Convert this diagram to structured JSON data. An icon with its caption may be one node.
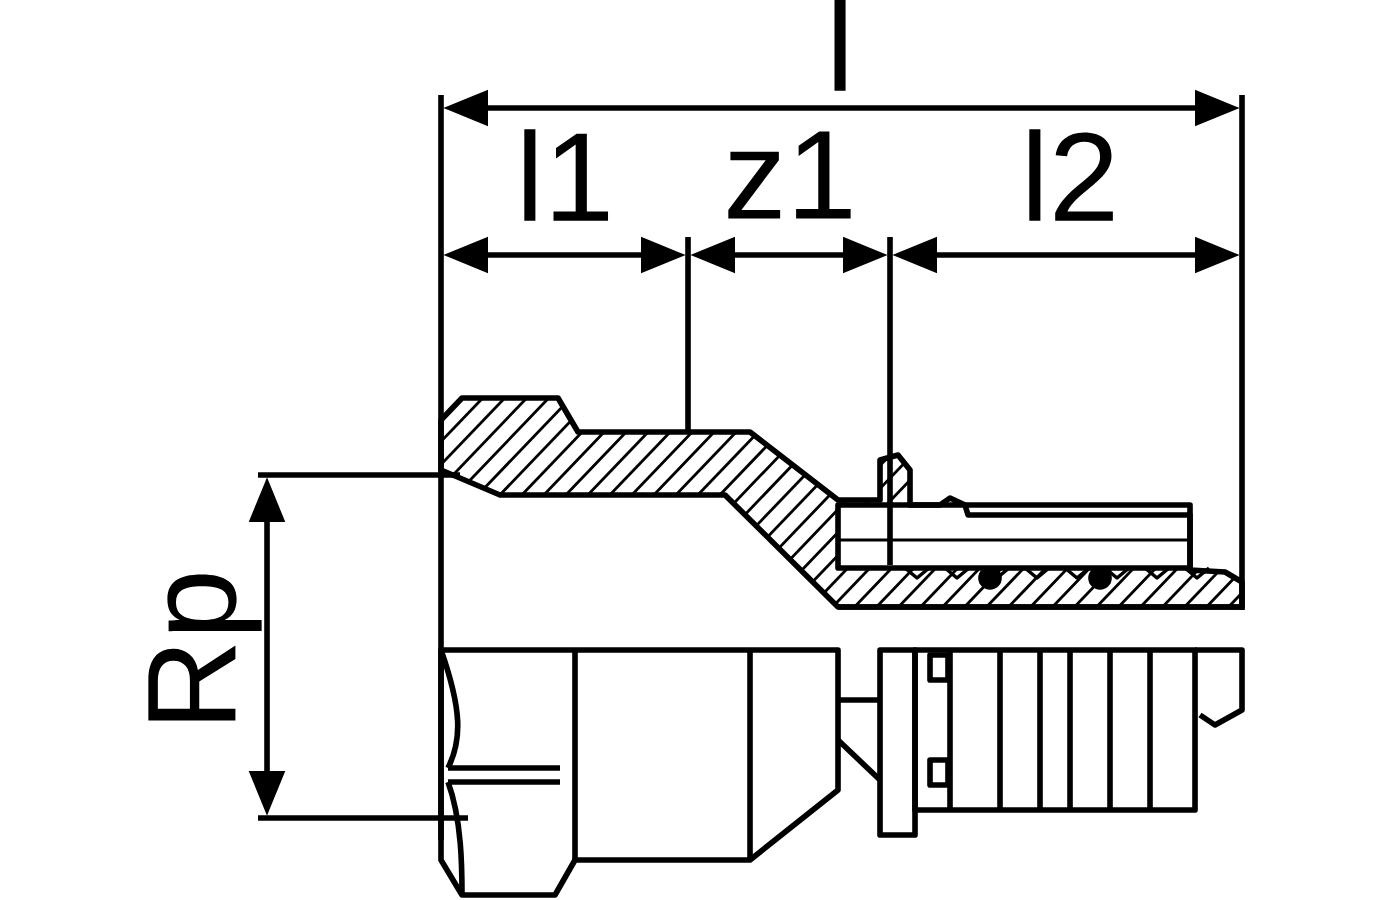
{
  "diagram": {
    "labels": [
      "l",
      "l1",
      "z1",
      "l2",
      "Rp"
    ]
  }
}
